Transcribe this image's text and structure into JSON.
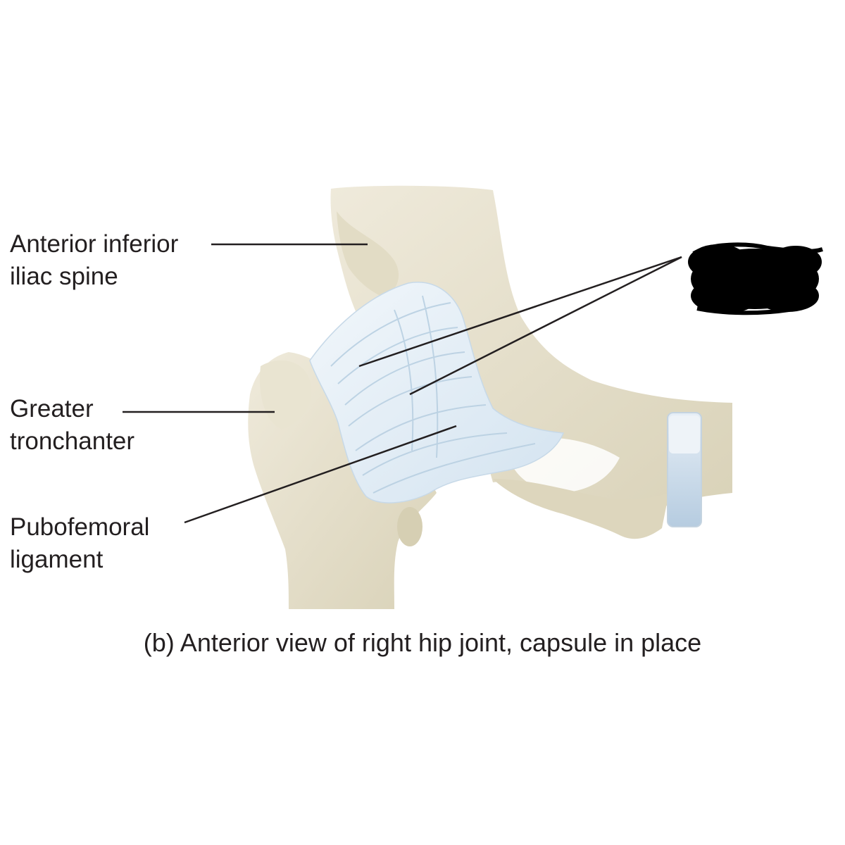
{
  "labels": {
    "anterior_inferior_iliac_spine": [
      "Anterior inferior",
      "iliac spine"
    ],
    "greater_tronchanter": [
      "Greater",
      "tronchanter"
    ],
    "pubofemoral_ligament": [
      "Pubofemoral",
      "ligament"
    ]
  },
  "caption": "(b) Anterior view of right hip joint, capsule in place",
  "colors": {
    "bone": "#e8e3cf",
    "bone_shadow": "#cfc8ad",
    "ligament": "#e4eef6",
    "ligament_fiber": "#b9d0e2",
    "leader_line": "#231f20",
    "scribble": "#000000",
    "background": "#ffffff"
  }
}
